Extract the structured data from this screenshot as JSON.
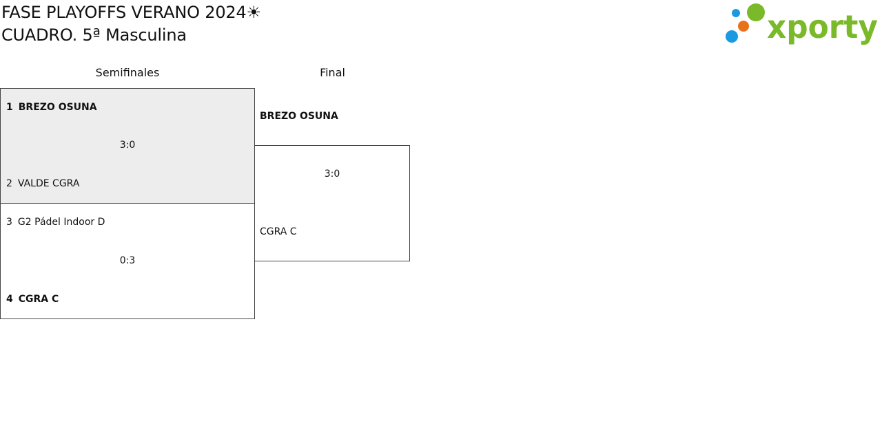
{
  "header": {
    "title_line1": "FASE PLAYOFFS VERANO 2024☀",
    "title_line2": "CUADRO. 5ª Masculina"
  },
  "logo": {
    "text": "xporty",
    "colors": {
      "green": "#7ab929",
      "blue": "#1a9ae0",
      "orange": "#e8711b"
    }
  },
  "rounds": {
    "semifinals": "Semifinales",
    "final": "Final"
  },
  "semifinals": [
    {
      "team1": {
        "seed": "1",
        "name": "BREZO OSUNA",
        "winner": true
      },
      "team2": {
        "seed": "2",
        "name": "VALDE CGRA",
        "winner": false
      },
      "score": "3:0",
      "highlighted": true
    },
    {
      "team1": {
        "seed": "3",
        "name": "G2 Pádel Indoor D",
        "winner": false
      },
      "team2": {
        "seed": "4",
        "name": "CGRA C",
        "winner": true
      },
      "score": "0:3",
      "highlighted": false
    }
  ],
  "final": {
    "team1": {
      "name": "BREZO OSUNA",
      "winner": true
    },
    "team2": {
      "name": "CGRA C",
      "winner": false
    },
    "score": "3:0"
  },
  "colors": {
    "highlight_bg": "#ededed",
    "border": "#444444"
  }
}
